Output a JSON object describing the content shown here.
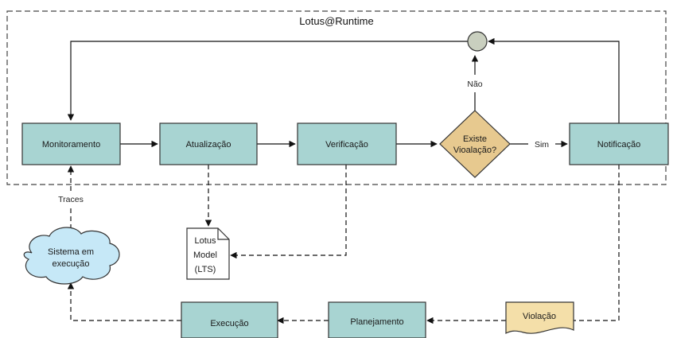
{
  "frame": {
    "title": "Lotus@Runtime"
  },
  "nodes": {
    "monitoramento": "Monitoramento",
    "atualizacao": "Atualização",
    "verificacao": "Verificação",
    "decision": [
      "Existe",
      "Vioalação?"
    ],
    "notificacao": "Notificação",
    "model": [
      "Lotus",
      "Model",
      "(LTS)"
    ],
    "sistema": [
      "Sistema em",
      "execução"
    ],
    "execucao": "Execução",
    "planejamento": "Planejamento",
    "violacao": "Violação"
  },
  "edge_labels": {
    "nao": "Não",
    "sim": "Sim",
    "traces": "Traces"
  },
  "colors": {
    "box_fill": "#a8d4d2",
    "decision_fill": "#e7c98f",
    "doc_fill": "#f4dfa9",
    "cloud_fill": "#c6e8f7",
    "junction_fill": "#c9cfbf",
    "stroke": "#333333"
  }
}
